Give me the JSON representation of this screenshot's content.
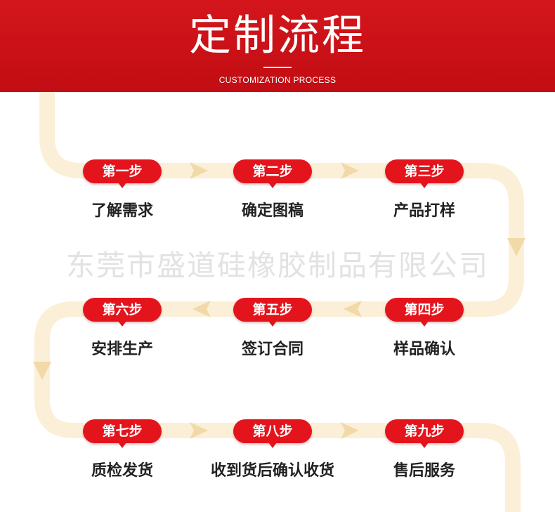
{
  "header": {
    "title": "定制流程",
    "subtitle": "CUSTOMIZATION PROCESS"
  },
  "watermark": "东莞市盛道硅橡胶制品有限公司",
  "colors": {
    "header_red": "#c10d13",
    "badge_red": "#e4141c",
    "path_cream": "#fbefd7",
    "arrow_tan": "#f2d9a8"
  },
  "steps": [
    {
      "label": "第一步",
      "desc": "了解需求"
    },
    {
      "label": "第二步",
      "desc": "确定图稿"
    },
    {
      "label": "第三步",
      "desc": "产品打样"
    },
    {
      "label": "第四步",
      "desc": "样品确认"
    },
    {
      "label": "第五步",
      "desc": "签订合同"
    },
    {
      "label": "第六步",
      "desc": "安排生产"
    },
    {
      "label": "第七步",
      "desc": "质检发货"
    },
    {
      "label": "第八步",
      "desc": "收到货后确认收货"
    },
    {
      "label": "第九步",
      "desc": "售后服务"
    }
  ]
}
